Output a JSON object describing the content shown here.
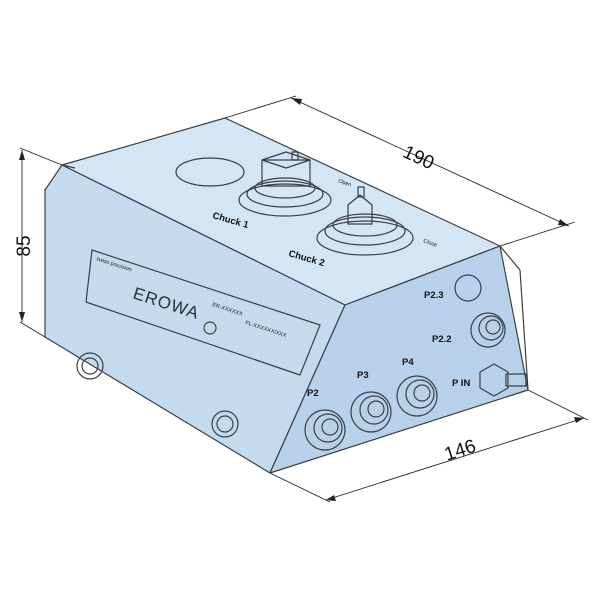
{
  "dimensions": {
    "width": "190",
    "height": "85",
    "depth": "146"
  },
  "chucks": {
    "chuck1_label": "Chuck 1",
    "chuck2_label": "Chuck 2",
    "open_label": "Open",
    "close_label": "Close"
  },
  "plate": {
    "brand": "EROWA",
    "tagline": "swiss precision",
    "serial_1": "ER-XXXXXX",
    "serial_2": "FL-XXXXXX/XXX"
  },
  "ports": {
    "p2": "P2",
    "p3": "P3",
    "p4": "P4",
    "p2_2": "P2.2",
    "p2_3": "P2.3",
    "p_in": "P IN"
  },
  "colors": {
    "body": "#c4dbef",
    "outline": "#3a3f45"
  }
}
